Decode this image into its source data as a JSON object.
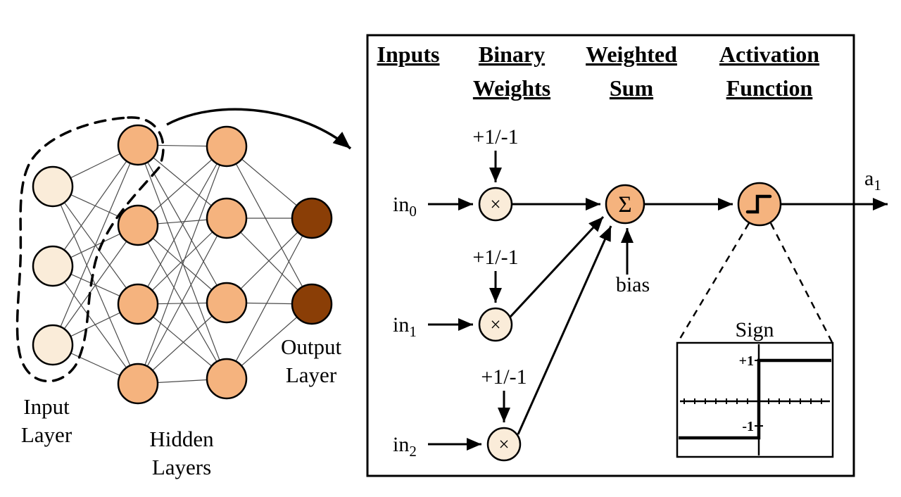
{
  "colors": {
    "input_neuron": "#faecd9",
    "hidden_neuron": "#f5b37e",
    "output_neuron": "#8a3e06",
    "multiplier_node": "#faecd9",
    "sum_node": "#f5b37e",
    "activation_node": "#f5b37e"
  },
  "network": {
    "input_label_line1": "Input",
    "input_label_line2": "Layer",
    "hidden_label_line1": "Hidden",
    "hidden_label_line2": "Layers",
    "output_label_line1": "Output",
    "output_label_line2": "Layer"
  },
  "detail": {
    "headers": {
      "inputs": "Inputs",
      "binary_weights_line1": "Binary",
      "binary_weights_line2": "Weights",
      "weighted_sum_line1": "Weighted",
      "weighted_sum_line2": "Sum",
      "activation_line1": "Activation",
      "activation_line2": "Function"
    },
    "rows": [
      {
        "input_base": "in",
        "input_sub": "0",
        "weight": "+1/-1",
        "op": "×"
      },
      {
        "input_base": "in",
        "input_sub": "1",
        "weight": "+1/-1",
        "op": "×"
      },
      {
        "input_base": "in",
        "input_sub": "2",
        "weight": "+1/-1",
        "op": "×"
      }
    ],
    "sum_symbol": "Σ",
    "bias_label": "bias",
    "output_base": "a",
    "output_sub": "1",
    "sign_inset": {
      "title": "Sign",
      "high_label": "+1",
      "low_label": "-1"
    }
  }
}
